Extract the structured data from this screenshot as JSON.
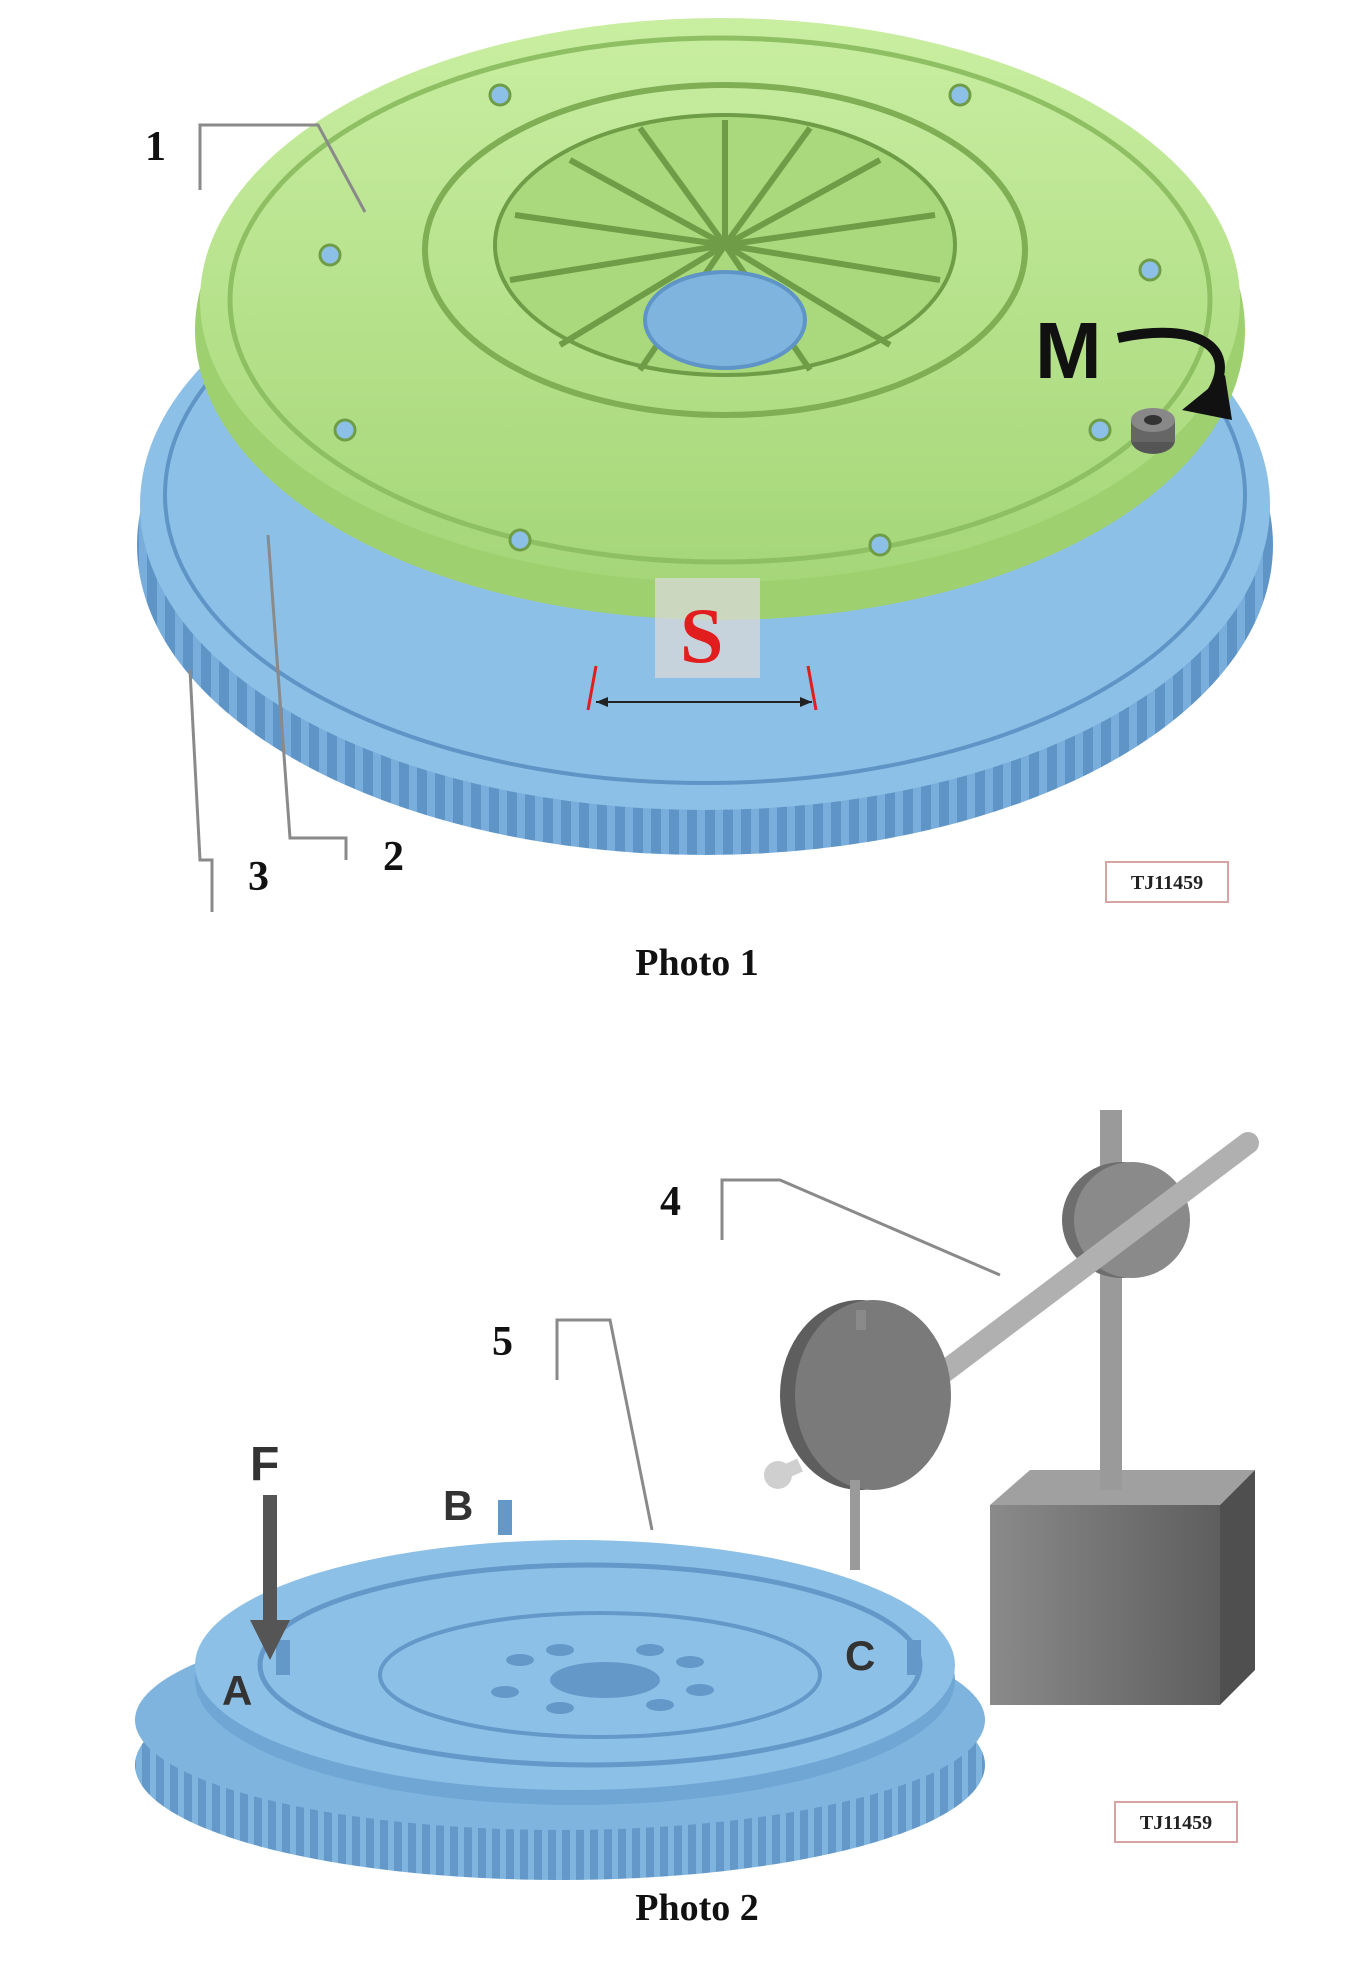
{
  "photo1": {
    "caption": "Photo 1",
    "reference": "TJ11459",
    "callouts": [
      "1",
      "2",
      "3"
    ],
    "letters": {
      "torque": "M",
      "spacing": "S"
    }
  },
  "photo2": {
    "caption": "Photo 2",
    "reference": "TJ11459",
    "callouts": [
      "4",
      "5"
    ],
    "letters": {
      "force": "F",
      "a": "A",
      "b": "B",
      "c": "C"
    }
  },
  "colors": {
    "clutch_cover": "#b8e68a",
    "flywheel": "#7fb4de",
    "gauge": "#7a7a7a",
    "highlight_s": "#e11d1d"
  }
}
